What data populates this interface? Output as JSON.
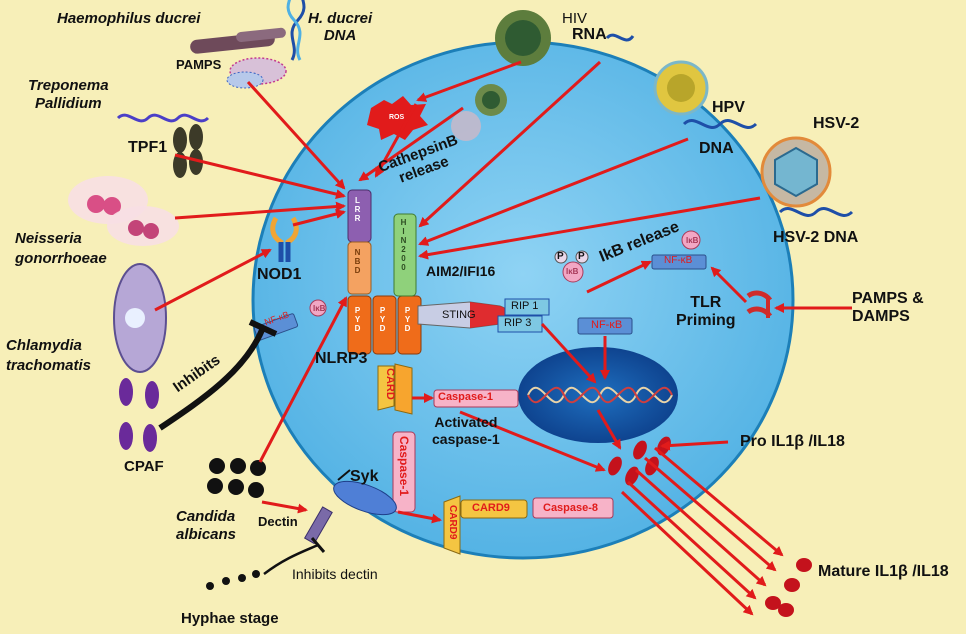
{
  "colors": {
    "background": "#f7efb8",
    "cell": "#6ec2ec",
    "cell_border": "#1c7fb8",
    "arrow": "#e11b1b",
    "inhibit": "#111111",
    "lrr": "#8d5fb0",
    "nbd": "#f4a261",
    "pyd": "#ef6c1a",
    "hin200": "#8fd17b",
    "card": "#f4c542",
    "caspase": "#f7b3c8",
    "nfkb": "#5b8fd6"
  },
  "labels": {
    "haemophilus": "Haemophilus ducrei",
    "h_ducrei_dna": "H. ducrei\nDNA",
    "pamps": "PAMPS",
    "treponema": "Treponema\nPallidium",
    "tpf1": "TPF1",
    "neisseria": "Neisseria\ngonorrhoeae",
    "chlamydia": "Chlamydia\ntrachomatis",
    "cpaf": "CPAF",
    "inhibits": "Inhibits",
    "candida": "Candida\nalbicans",
    "dectin": "Dectin",
    "inhibits_dectin": "Inhibits dectin",
    "hyphae": "Hyphae stage",
    "hiv": "HIV",
    "rna": "RNA",
    "hpv": "HPV",
    "hpv_dna": "DNA",
    "hsv2": "HSV-2",
    "hsv2_dna": "HSV-2 DNA",
    "pamps_damps": "PAMPS &\nDAMPS",
    "tlr_priming": "TLR\nPriming",
    "ros": "ROS",
    "cathepsin": "CathepsinB\nrelease",
    "nod1": "NOD1",
    "nlrp3": "NLRP3",
    "aim2": "AIM2/IFI16",
    "sting": "STING",
    "rip1": "RIP 1",
    "rip3": "RIP 3",
    "ikb_release": "IkB release",
    "ikb": "IκB",
    "p": "P",
    "nfkb": "NF-κB",
    "caspase1": "Caspase-1",
    "activated_caspase": "Activated\ncaspase-1",
    "syk": "Syk",
    "card9": "CARD9",
    "caspase8": "Caspase-8",
    "card": "CARD",
    "pro_il": "Pro IL1β /IL18",
    "mature_il": "Mature IL1β /IL18",
    "lrr": "LRR",
    "nbd": "NBD",
    "pyd": "PYD",
    "hin200": "HIN200"
  }
}
